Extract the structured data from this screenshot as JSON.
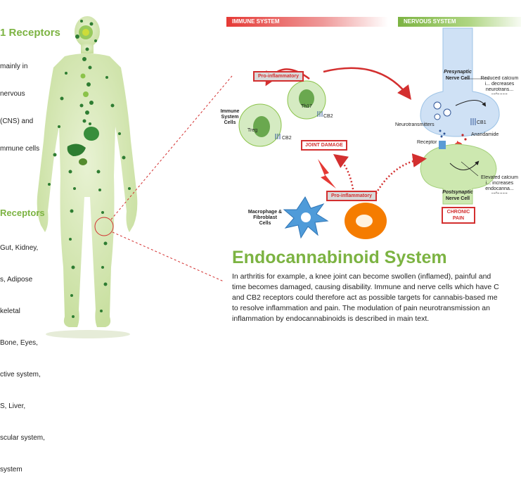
{
  "cb1": {
    "title": "1 Receptors",
    "lines": [
      "mainly in",
      "nervous",
      "(CNS) and",
      "mmune cells"
    ]
  },
  "cb2": {
    "title": "Receptors",
    "lines": [
      "Gut, Kidney,",
      "s, Adipose",
      "keletal",
      "Bone, Eyes,",
      "ctive system,",
      "S, Liver,",
      "scular system,",
      "system"
    ]
  },
  "banners": {
    "immune": "IMMUNE SYSTEM",
    "nervous": "NERVOUS SYSTEM"
  },
  "labels": {
    "pro_inflammatory_top": "Pro-inflammatory",
    "th17": "Th17",
    "cb2_a": "CB2",
    "cb2_b": "CB2",
    "treg": "Treg",
    "immune_cells": "Immune System Cells",
    "joint_damage": "JOINT DAMAGE",
    "pro_inflammatory_bottom": "Pro-inflammatory",
    "macrophage": "Macrophage & Fibroblast Cells",
    "presynaptic": "Presynaptic",
    "nerve_cell_pre": "Nerve Cell",
    "reduced_calcium": "Reduced calcium i... decreases neurotrans... release",
    "neurotransmitters": "Neurotransmitters",
    "cb1": "CB1",
    "anandamide": "Anandamide",
    "receptor": "Receptor",
    "elevated_calcium": "Elevated calcium i... increases endocanna... release",
    "postsynaptic": "Postsynaptic",
    "nerve_cell_post": "Nerve Cell",
    "chronic_pain": "CHRONIC PAIN"
  },
  "main": {
    "title": "Endocannabinoid System",
    "body_lines": [
      "In arthritis for example, a knee joint can become swollen (inflamed), painful and",
      "time becomes damaged, causing disability. Immune and nerve cells which have C",
      "and CB2 receptors could therefore act as possible targets for cannabis-based me",
      "to resolve inflammation and pain. The modulation of pain neurotransmission an",
      "inflammation by endocannabinoids is described in main text."
    ]
  },
  "colors": {
    "green": "#7cb342",
    "body_fill": "#dcebc0",
    "red": "#d32f2f",
    "orange": "#f57c00",
    "blue_cell": "#cfe1f5",
    "macrophage_blue": "#5b9bd5"
  }
}
